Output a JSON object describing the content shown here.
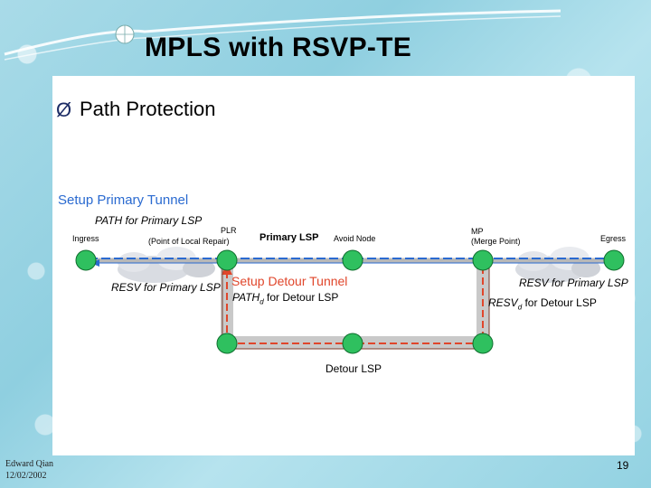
{
  "slide": {
    "title": "MPLS with RSVP-TE",
    "bullet_marker": "Ø",
    "bullet_text": "Path Protection",
    "page_number": "19"
  },
  "footer": {
    "author": "Edward Qian",
    "date": "12/02/2002"
  },
  "diagram": {
    "setup_primary": "Setup Primary Tunnel",
    "path_primary": "PATH for Primary LSP",
    "ingress": "Ingress",
    "plr": "PLR",
    "plr_sub": "(Point of Local Repair)",
    "primary_lsp": "Primary LSP",
    "avoid_node": "Avoid Node",
    "mp": "MP",
    "mp_sub": "(Merge Point)",
    "egress": "Egress",
    "resv_primary_left": "RESV for Primary LSP",
    "setup_detour": "Setup Detour Tunnel",
    "path_detour": "PATH",
    "path_detour_sub": "d",
    "path_detour_rest": " for Detour LSP",
    "resv_primary_right": "RESV for Primary LSP",
    "resv_detour": "RESV",
    "resv_detour_sub": "d",
    "resv_detour_rest": " for Detour LSP",
    "detour_lsp": "Detour LSP"
  },
  "colors": {
    "primary_line": "#2a6ad0",
    "detour_line": "#e0462b",
    "node": "#1fb04f"
  }
}
